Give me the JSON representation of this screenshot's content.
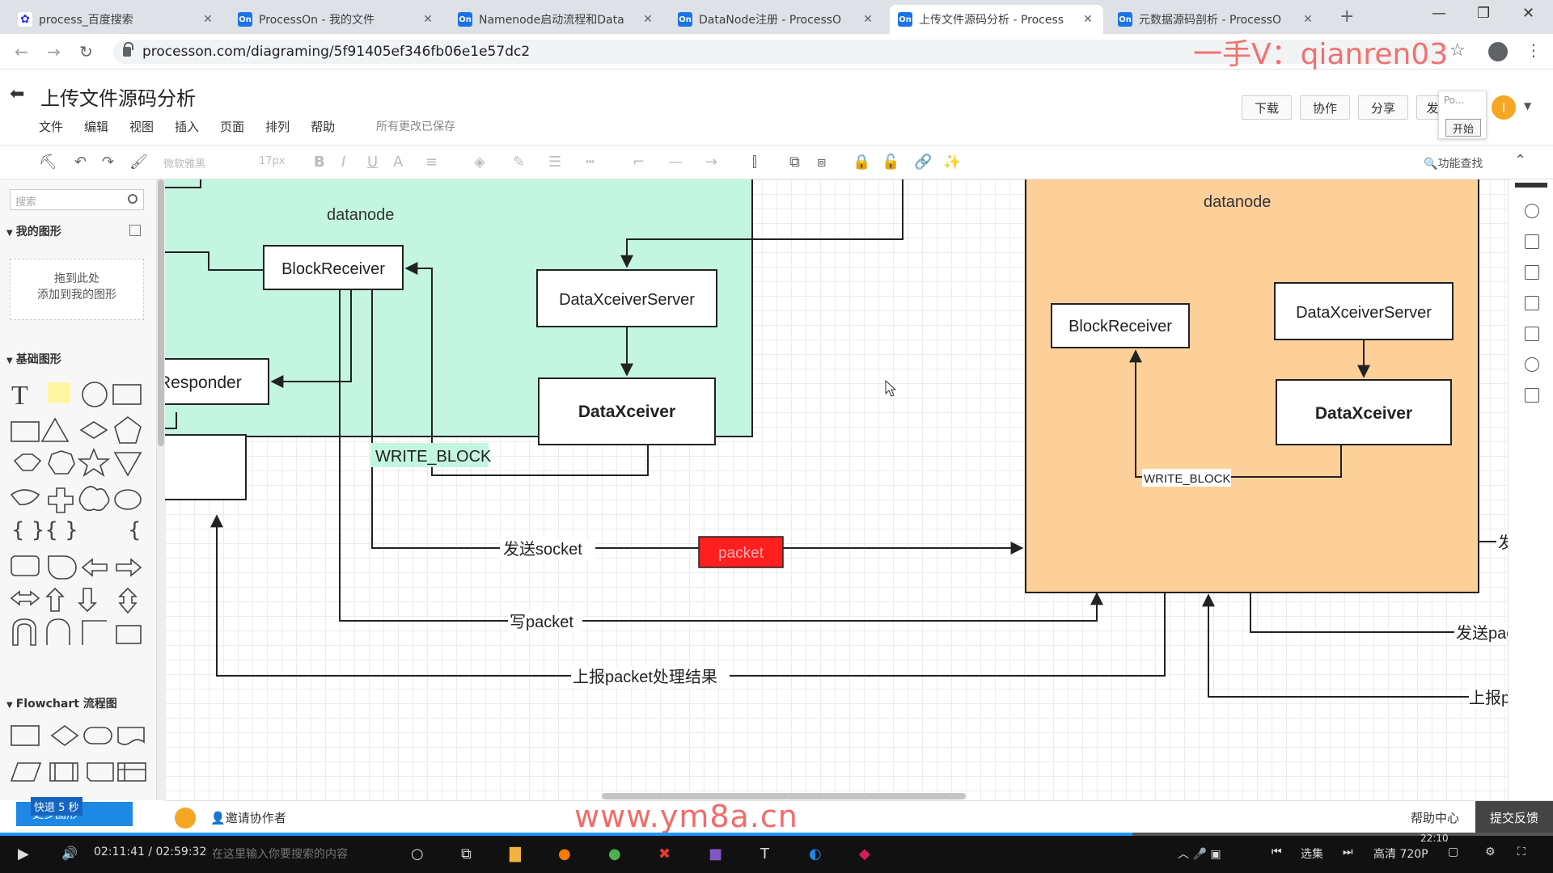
{
  "browser": {
    "tabs": [
      {
        "title": "process_百度搜索",
        "favicon": "baidu-paw"
      },
      {
        "title": "ProcessOn - 我的文件",
        "favicon": "On"
      },
      {
        "title": "Namenode启动流程和Data",
        "favicon": "On"
      },
      {
        "title": "DataNode注册 - ProcessO",
        "favicon": "On"
      },
      {
        "title": "上传文件源码分析 - Process",
        "favicon": "On",
        "active": true
      },
      {
        "title": "元数据源码剖析 - ProcessO",
        "favicon": "On"
      }
    ],
    "url": "processon.com/diagraming/5f91405ef346fb06e1e57dc2",
    "watermark_top": "一手V：qianren03"
  },
  "app": {
    "title": "上传文件源码分析",
    "menu": [
      "文件",
      "编辑",
      "视图",
      "插入",
      "页面",
      "排列",
      "帮助"
    ],
    "saved_status": "所有更改已保存",
    "buttons": {
      "download": "下载",
      "collab": "协作",
      "share": "分享",
      "publish": "发"
    },
    "popup": {
      "text": "Po...",
      "start": "开始"
    },
    "user_initial": "I"
  },
  "toolbar": {
    "font": "微软雅黑",
    "size": "17px",
    "find": "功能查找"
  },
  "left_panel": {
    "search_placeholder": "搜索",
    "my_shapes": "我的图形",
    "drop_line1": "拖到此处",
    "drop_line2": "添加到我的图形",
    "basic_shapes": "基础图形",
    "flowchart": "Flowchart 流程图",
    "more_shapes": "更多图形",
    "quick_back": "快退 5 秒"
  },
  "diagram": {
    "left_dn_title": "datanode",
    "right_dn_title": "datanode",
    "left": {
      "block_receiver": "BlockReceiver",
      "responder": "Responder",
      "dx_server": "DataXceiverServer",
      "dx": "DataXceiver",
      "write_block": "WRITE_BLOCK"
    },
    "right": {
      "block_receiver": "BlockReceiver",
      "dx_server": "DataXceiverServer",
      "dx": "DataXceiver",
      "write_block": "WRITE_BLOCK"
    },
    "edges": {
      "send_socket": "发送socket",
      "packet": "packet",
      "write_packet": "写packet",
      "report": "上报packet处理结果",
      "send_socket_right": "发送s",
      "send_packet_right": "发送packet",
      "report_right": "上报packe"
    },
    "colors": {
      "left_fill": "#c3f5e1",
      "right_fill": "#fdd09a",
      "packet": "#ff1f1f"
    }
  },
  "bottom": {
    "invite": "邀请协作者",
    "help": "帮助中心",
    "feedback": "提交反馈",
    "watermark": "www.ym8a.cn"
  },
  "player": {
    "time": "02:11:41 / 02:59:32",
    "search_hint": "在这里输入你要搜索的内容",
    "episodes": "选集",
    "quality": "高清 720P",
    "clock": "22:10"
  }
}
